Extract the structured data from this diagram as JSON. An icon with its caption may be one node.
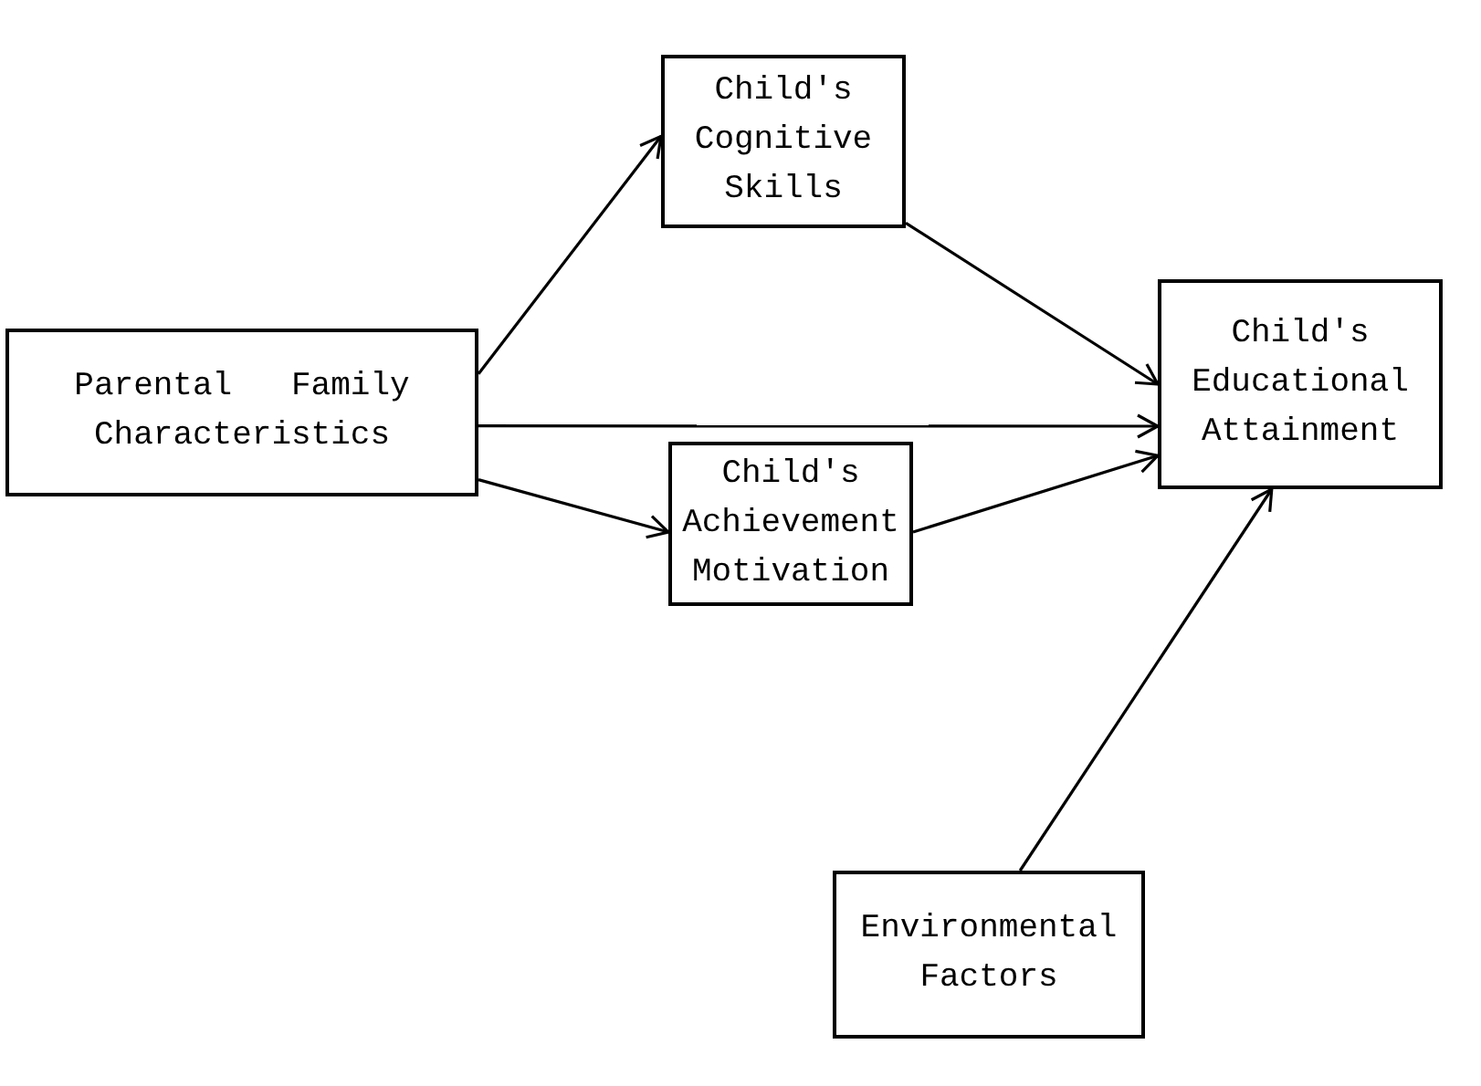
{
  "diagram": {
    "nodes": [
      {
        "text": [
          "Parental Family Characteristics"
        ]
      },
      {
        "text": [
          "Child's Cognitive Skills"
        ]
      },
      {
        "text": [
          "Child's Achievement Motivation"
        ]
      },
      {
        "text": [
          "Child's Educational Attainment"
        ]
      },
      {
        "text": [
          "Environmental Factors"
        ]
      }
    ],
    "edges": [
      {
        "from": 0,
        "to": 1,
        "arrow": "to"
      },
      {
        "from": 0,
        "to": 3,
        "arrow": "to"
      },
      {
        "from": 0,
        "to": 2,
        "arrow": "to"
      },
      {
        "from": 1,
        "to": 3,
        "arrow": "to"
      },
      {
        "from": 2,
        "to": 3,
        "arrow": "to"
      },
      {
        "from": 4,
        "to": 3,
        "arrow": "to"
      }
    ]
  }
}
